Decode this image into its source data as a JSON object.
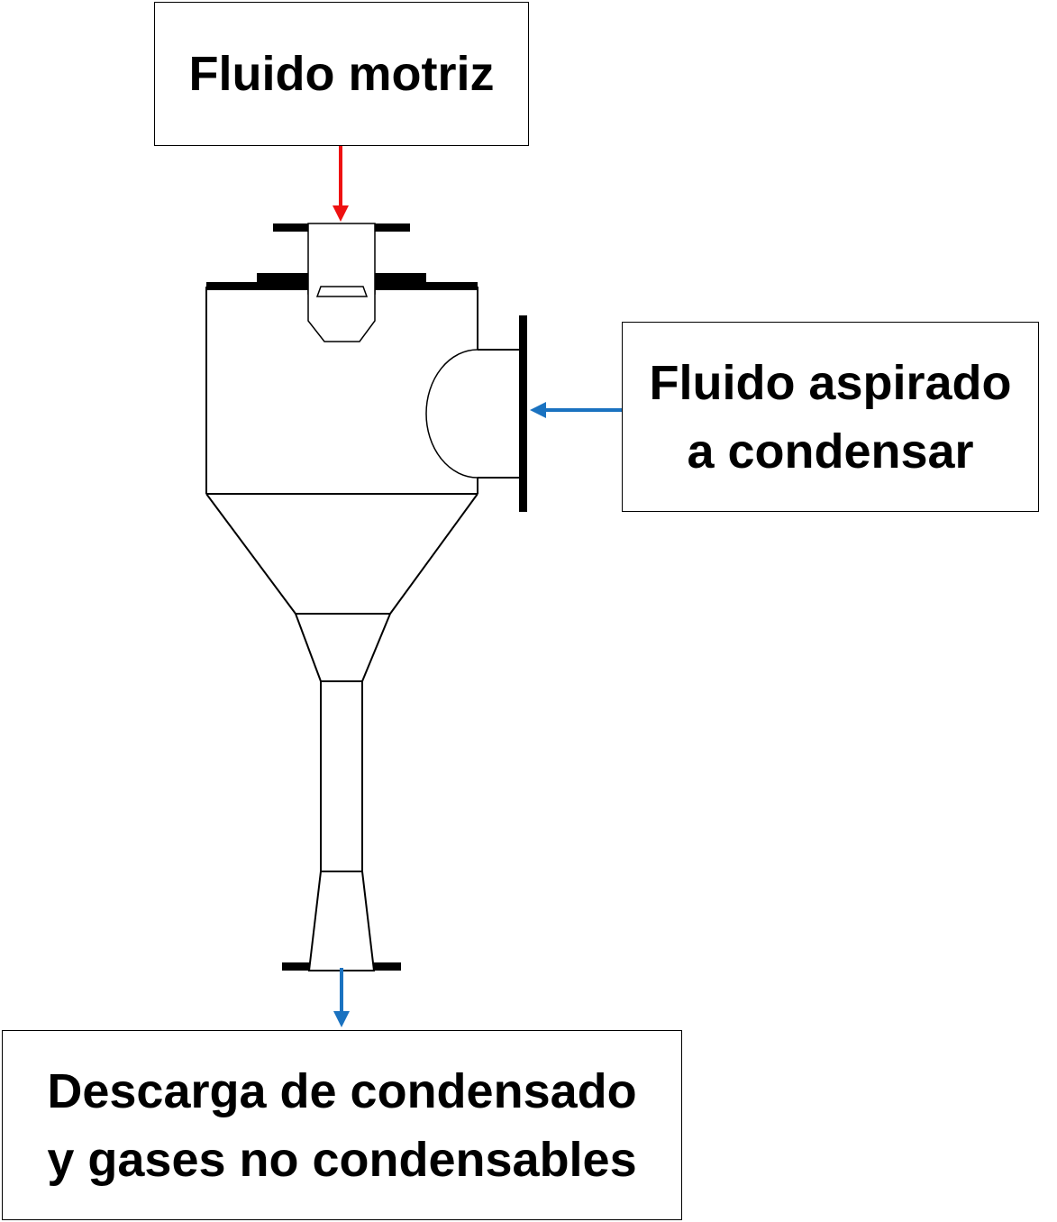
{
  "labels": {
    "motive_fluid": "Fluido motriz",
    "suction_line1": "Fluido aspirado",
    "suction_line2": "a condensar",
    "discharge_line1": "Descarga de condensado",
    "discharge_line2": "y gases no condensables"
  },
  "colors": {
    "motive_arrow": "#ee1111",
    "flow_arrow": "#1a72c0",
    "outline": "#000000",
    "flange": "#000000",
    "background": "#ffffff"
  }
}
